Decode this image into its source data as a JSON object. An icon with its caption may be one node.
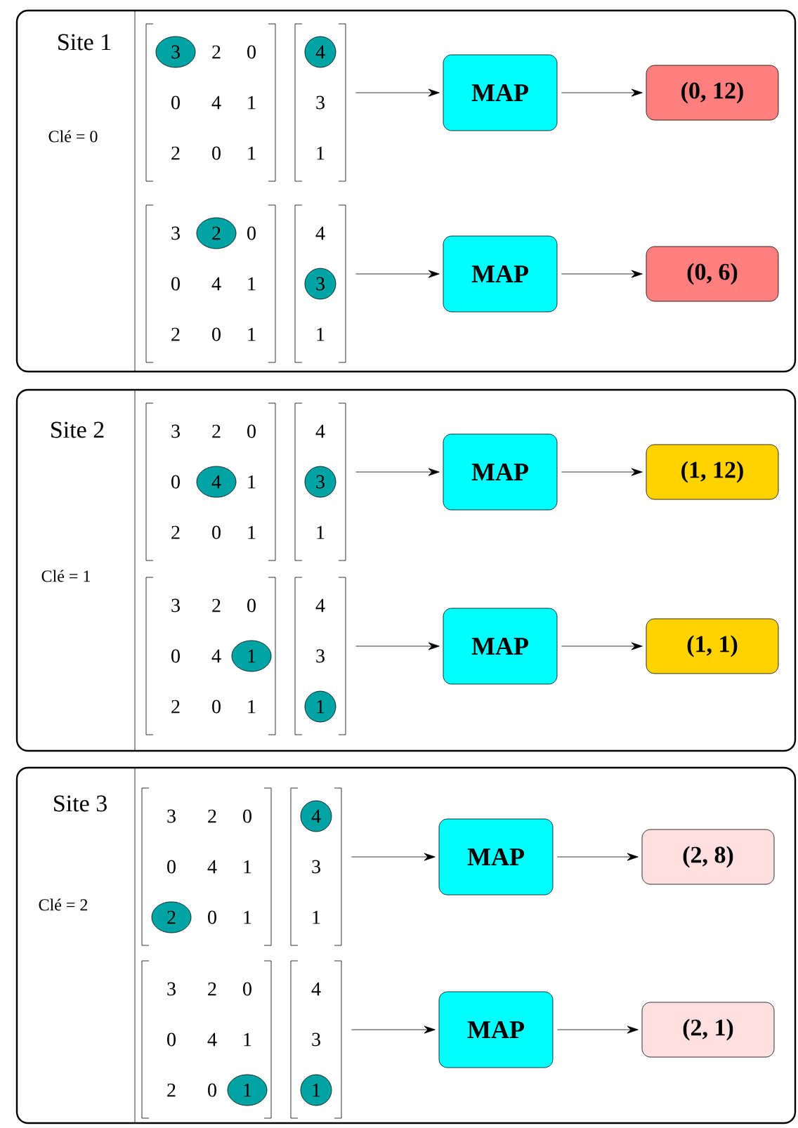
{
  "diagram": {
    "nodes": [
      {
        "text": [
          "Site 1",
          "Clé = 0"
        ]
      },
      {
        "text": [
          "3",
          "2",
          "0",
          "0",
          "4",
          "1",
          "2",
          "0",
          "1"
        ],
        "in": 0
      },
      {
        "text": [
          "4",
          "3",
          "1"
        ],
        "in": 0
      },
      {
        "text": [
          "MAP"
        ],
        "in": 0
      },
      {
        "text": [
          "(0, 12)"
        ],
        "in": 0
      },
      {
        "text": [
          "3",
          "2",
          "0",
          "0",
          "4",
          "1",
          "2",
          "0",
          "1"
        ],
        "in": 0
      },
      {
        "text": [
          "4",
          "3",
          "1"
        ],
        "in": 0
      },
      {
        "text": [
          "MAP"
        ],
        "in": 0
      },
      {
        "text": [
          "(0, 6)"
        ],
        "in": 0
      },
      {
        "text": [
          "Site 2",
          "Clé = 1"
        ]
      },
      {
        "text": [
          "3",
          "2",
          "0",
          "0",
          "4",
          "1",
          "2",
          "0",
          "1"
        ],
        "in": 9
      },
      {
        "text": [
          "4",
          "3",
          "1"
        ],
        "in": 9
      },
      {
        "text": [
          "MAP"
        ],
        "in": 9
      },
      {
        "text": [
          "(1, 12)"
        ],
        "in": 9
      },
      {
        "text": [
          "3",
          "2",
          "0",
          "0",
          "4",
          "1",
          "2",
          "0",
          "1"
        ],
        "in": 9
      },
      {
        "text": [
          "4",
          "3",
          "1"
        ],
        "in": 9
      },
      {
        "text": [
          "MAP"
        ],
        "in": 9
      },
      {
        "text": [
          "(1, 1)"
        ],
        "in": 9
      },
      {
        "text": [
          "Site 3",
          "Clé = 2"
        ]
      },
      {
        "text": [
          "3",
          "2",
          "0",
          "0",
          "4",
          "1",
          "2",
          "0",
          "1"
        ],
        "in": 18
      },
      {
        "text": [
          "4",
          "3",
          "1"
        ],
        "in": 18
      },
      {
        "text": [
          "MAP"
        ],
        "in": 18
      },
      {
        "text": [
          "(2, 8)"
        ],
        "in": 18
      },
      {
        "text": [
          "3",
          "2",
          "0",
          "0",
          "4",
          "1",
          "2",
          "0",
          "1"
        ],
        "in": 18
      },
      {
        "text": [
          "4",
          "3",
          "1"
        ],
        "in": 18
      },
      {
        "text": [
          "MAP"
        ],
        "in": 18
      },
      {
        "text": [
          "(2, 1)"
        ],
        "in": 18
      }
    ],
    "edges": [
      {
        "from": 2,
        "to": 3,
        "arrow": "to"
      },
      {
        "from": 3,
        "to": 4,
        "arrow": "to"
      },
      {
        "from": 6,
        "to": 7,
        "arrow": "to"
      },
      {
        "from": 7,
        "to": 8,
        "arrow": "to"
      },
      {
        "from": 11,
        "to": 12,
        "arrow": "to"
      },
      {
        "from": 12,
        "to": 13,
        "arrow": "to"
      },
      {
        "from": 15,
        "to": 16,
        "arrow": "to"
      },
      {
        "from": 16,
        "to": 17,
        "arrow": "to"
      },
      {
        "from": 20,
        "to": 21,
        "arrow": "to"
      },
      {
        "from": 21,
        "to": 22,
        "arrow": "to"
      },
      {
        "from": 24,
        "to": 25,
        "arrow": "to"
      },
      {
        "from": 25,
        "to": 26,
        "arrow": "to"
      }
    ]
  }
}
